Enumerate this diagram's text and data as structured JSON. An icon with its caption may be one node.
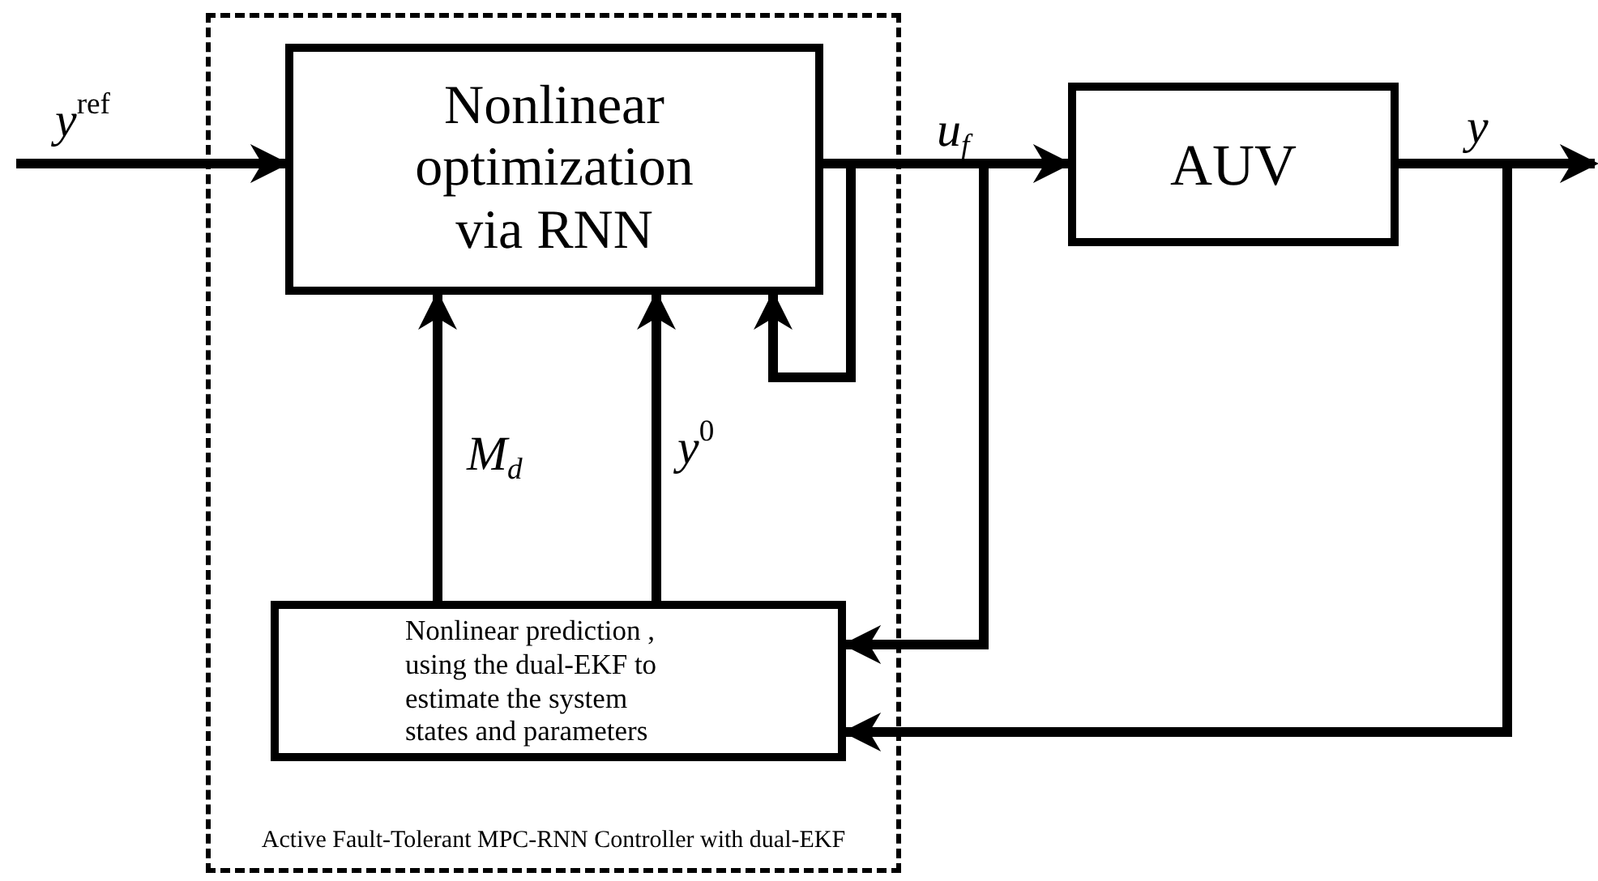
{
  "diagram": {
    "nodes": [
      {
        "text": [
          "Active Fault-Tolerant MPC-RNN Controller with dual-EKF"
        ]
      },
      {
        "text": [
          "Nonlinear optimization via RNN"
        ],
        "in": 0
      },
      {
        "text": [
          "Nonlinear prediction , using the dual-EKF to estimate the system states and parameters"
        ],
        "in": 0
      },
      {
        "text": [
          "AUV"
        ]
      }
    ],
    "edges": [
      {
        "from": null,
        "to": 1,
        "arrow": "to",
        "label": "y$^{ref}$"
      },
      {
        "from": 1,
        "to": 3,
        "arrow": "to",
        "label": "u$_{f}$"
      },
      {
        "from": 3,
        "to": null,
        "arrow": "to",
        "label": "y"
      },
      {
        "from": 2,
        "to": 1,
        "arrow": "to",
        "label": "M$_{d}$"
      },
      {
        "from": 2,
        "to": 1,
        "arrow": "to",
        "label": "y$^{0}$"
      },
      {
        "from": 1,
        "to": 1,
        "arrow": "to"
      },
      {
        "from": 1,
        "to": 2,
        "arrow": "to"
      },
      {
        "from": 3,
        "to": 2,
        "arrow": "to"
      }
    ]
  }
}
